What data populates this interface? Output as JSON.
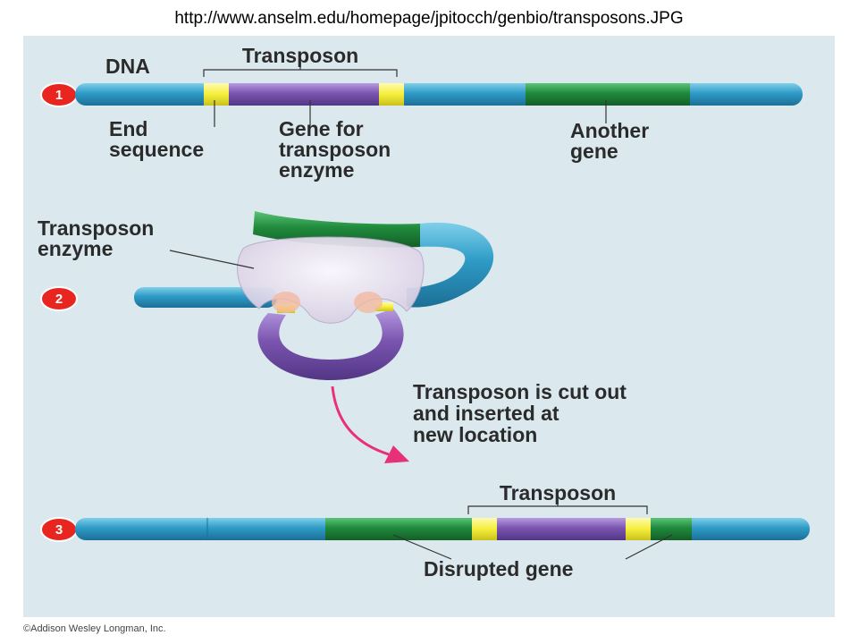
{
  "source_url": "http://www.anselm.edu/homepage/jpitocch/genbio/transposons.JPG",
  "credit": "©Addison Wesley Longman, Inc.",
  "colors": {
    "dna": "#2e9bc6",
    "end_sequence": "#f5ee3a",
    "transposon_gene": "#7b55b0",
    "other_gene": "#1f8a3c",
    "enzyme": "#ede6f2",
    "arrow": "#e8307a",
    "step_badge": "#e8261f"
  },
  "step1": {
    "number": "1",
    "dna_label": "DNA",
    "transposon_label": "Transposon",
    "end_sequence_label": [
      "End",
      "sequence"
    ],
    "enzyme_gene_label": [
      "Gene for",
      "transposon",
      "enzyme"
    ],
    "another_gene_label": [
      "Another",
      "gene"
    ]
  },
  "step2": {
    "number": "2",
    "enzyme_label": [
      "Transposon",
      "enzyme"
    ],
    "caption": [
      "Transposon is cut out",
      "and inserted at",
      "new location"
    ]
  },
  "step3": {
    "number": "3",
    "transposon_label": "Transposon",
    "disrupted_label": "Disrupted gene"
  }
}
